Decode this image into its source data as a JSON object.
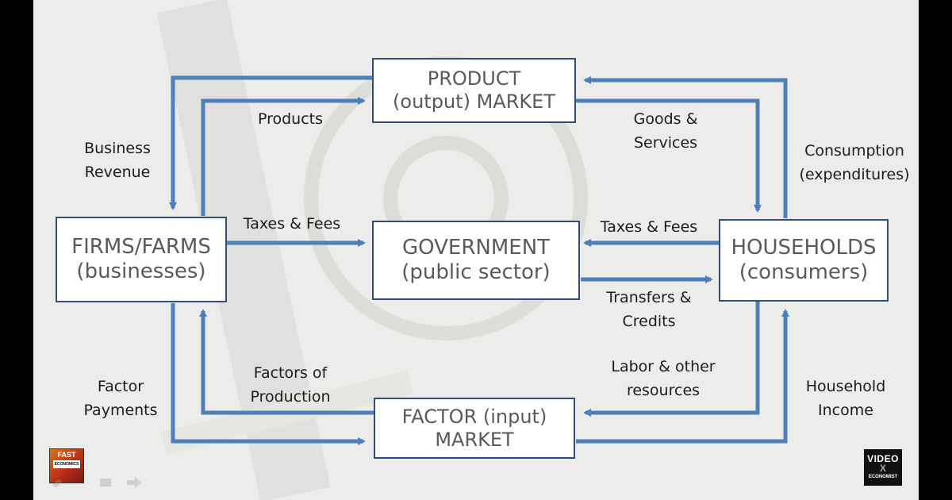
{
  "diagram": {
    "boxes": {
      "product_market": {
        "line1": "PRODUCT",
        "line2": "(output) MARKET"
      },
      "government": {
        "line1": "GOVERNMENT",
        "line2": "(public sector)"
      },
      "firms": {
        "line1": "FIRMS/FARMS",
        "line2": "(businesses)"
      },
      "households": {
        "line1": "HOUSEHOLDS",
        "line2": "(consumers)"
      },
      "factor_market": {
        "line1": "FACTOR (input)",
        "line2": "MARKET"
      }
    },
    "labels": {
      "products": [
        "Products"
      ],
      "business_revenue": [
        "Business",
        "Revenue"
      ],
      "goods_services": [
        "Goods &",
        "Services"
      ],
      "consumption": [
        "Consumption",
        "(expenditures)"
      ],
      "taxes_firms": [
        "Taxes & Fees"
      ],
      "taxes_households": [
        "Taxes & Fees"
      ],
      "transfers": [
        "Transfers &",
        "Credits"
      ],
      "factors_of_production": [
        "Factors of",
        "Production"
      ],
      "factor_payments": [
        "Factor",
        "Payments"
      ],
      "labor": [
        "Labor & other",
        "resources"
      ],
      "household_income": [
        "Household",
        "Income"
      ]
    }
  },
  "logos": {
    "left": {
      "text": "FAST",
      "bar": "ECONOMICS"
    },
    "right": {
      "line1": "VIDEO",
      "line2": "X",
      "line3": "ECONOMIST"
    }
  },
  "colors": {
    "arrow": "#4f7fb8",
    "box_border": "#2f4f7a",
    "slide_bg": "#ececea"
  }
}
